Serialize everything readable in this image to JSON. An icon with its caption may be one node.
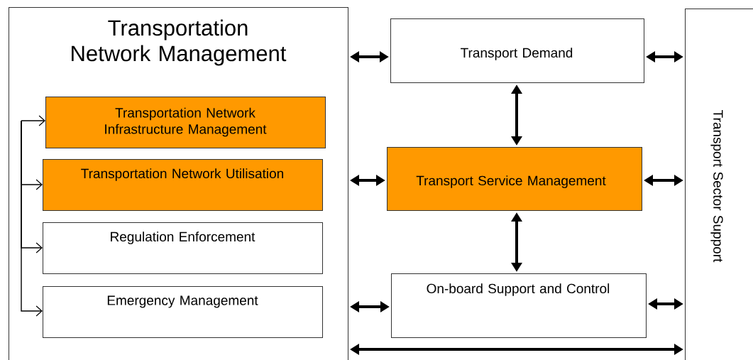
{
  "diagram": {
    "nodes": [
      {
        "text": [
          "Transportation Network Management"
        ]
      },
      {
        "text": [
          "Transportation Network Infrastructure Management"
        ],
        "in": 0
      },
      {
        "text": [
          "Transportation Network Utilisation"
        ],
        "in": 0
      },
      {
        "text": [
          "Regulation Enforcement"
        ],
        "in": 0
      },
      {
        "text": [
          "Emergency Management"
        ],
        "in": 0
      },
      {
        "text": [
          "Transport Demand"
        ]
      },
      {
        "text": [
          "Transport Service Management"
        ]
      },
      {
        "text": [
          "On-board Support and Control"
        ]
      },
      {
        "text": [
          "Transport Sector Support"
        ]
      }
    ],
    "edges": [
      {
        "from": null,
        "to": 1,
        "arrow": "to"
      },
      {
        "from": null,
        "to": 2,
        "arrow": "to"
      },
      {
        "from": null,
        "to": 3,
        "arrow": "to"
      },
      {
        "from": null,
        "to": 4,
        "arrow": "to"
      },
      {
        "from": 0,
        "to": 5,
        "arrow": "both"
      },
      {
        "from": 0,
        "to": 6,
        "arrow": "both"
      },
      {
        "from": 0,
        "to": 7,
        "arrow": "both"
      },
      {
        "from": 5,
        "to": 8,
        "arrow": "both"
      },
      {
        "from": 6,
        "to": 8,
        "arrow": "both"
      },
      {
        "from": 7,
        "to": 8,
        "arrow": "both"
      },
      {
        "from": 5,
        "to": 6,
        "arrow": "both"
      },
      {
        "from": 6,
        "to": 7,
        "arrow": "both"
      },
      {
        "from": 0,
        "to": 8,
        "arrow": "both"
      }
    ]
  }
}
